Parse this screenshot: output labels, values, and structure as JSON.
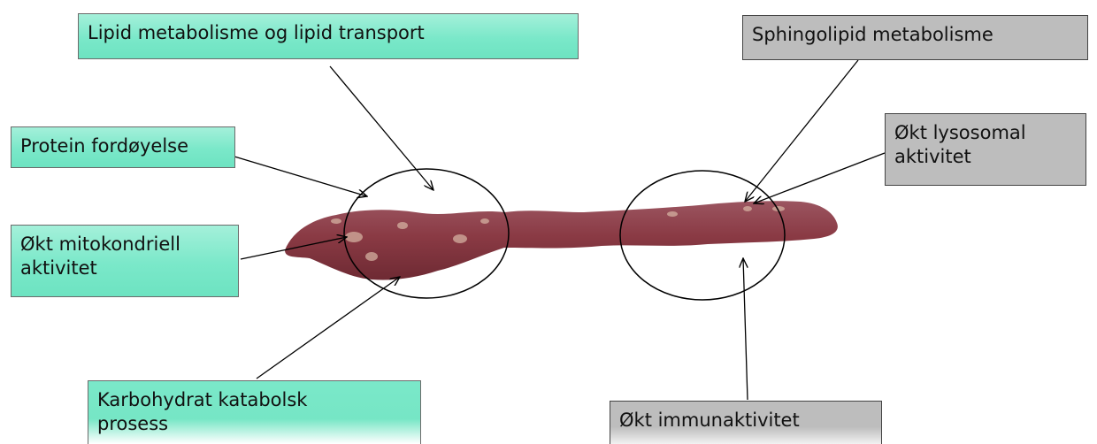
{
  "labels": {
    "lipid": "Lipid metabolisme og lipid transport",
    "protein": "Protein fordøyelse",
    "mito_line1": "Økt mitokondriell",
    "mito_line2": "aktivitet",
    "karbo_line1": "Karbohydrat katabolsk",
    "karbo_line2": "prosess",
    "sphingo": "Sphingolipid metabolisme",
    "lyso_line1": "Økt lysosomal",
    "lyso_line2": "aktivitet",
    "immun": "Økt immunaktivitet"
  },
  "colors": {
    "green_box": "#7ae8c9",
    "gray_box": "#bdbdbd",
    "tissue": "#8a3a44",
    "arrow": "#000000"
  }
}
